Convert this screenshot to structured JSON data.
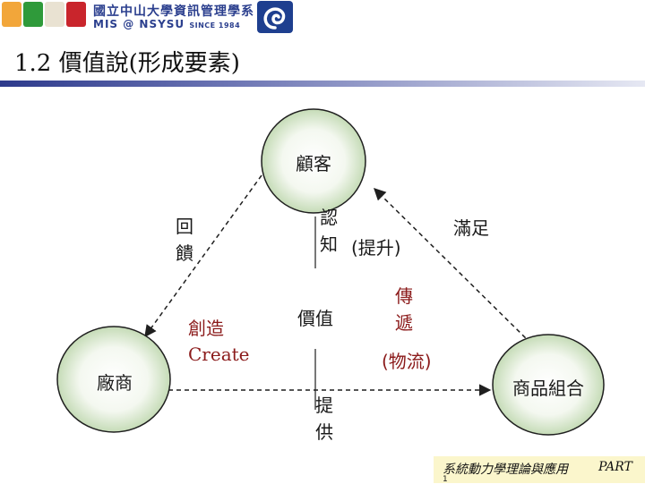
{
  "banner": {
    "school_name": "國立中山大學資訊管理學系",
    "dept_code": "MIS @ NSYSU",
    "since": "SINCE 1984"
  },
  "title": "1.2 價值說(形成要素)",
  "diagram": {
    "nodes": {
      "customer": "顧客",
      "manufacturer": "廠商",
      "product_mix": "商品組合",
      "value": "價值"
    },
    "edges": {
      "feedback": [
        "回",
        "饋"
      ],
      "recognize": [
        "認",
        "知"
      ],
      "recognize_extra": "(提升)",
      "satisfy": "滿足",
      "create": "創造",
      "create_en": "Create",
      "deliver": [
        "傳",
        "遞"
      ],
      "logistics": "(物流)",
      "provide": [
        "提",
        "供"
      ]
    }
  },
  "footer": {
    "course": "系統動力學理論與應用",
    "part": "PART",
    "page_fragment": "1"
  },
  "colors": {
    "node_fill_center": "#ffffff",
    "node_fill_edge": "#b9d4a8",
    "node_stroke": "#1f1f1f",
    "title_rule_dark": "#2d3a8c",
    "title_rule_light": "#e6e8f3",
    "red_text": "#8b1a1a",
    "footer_bg": "#fbf6cc"
  }
}
